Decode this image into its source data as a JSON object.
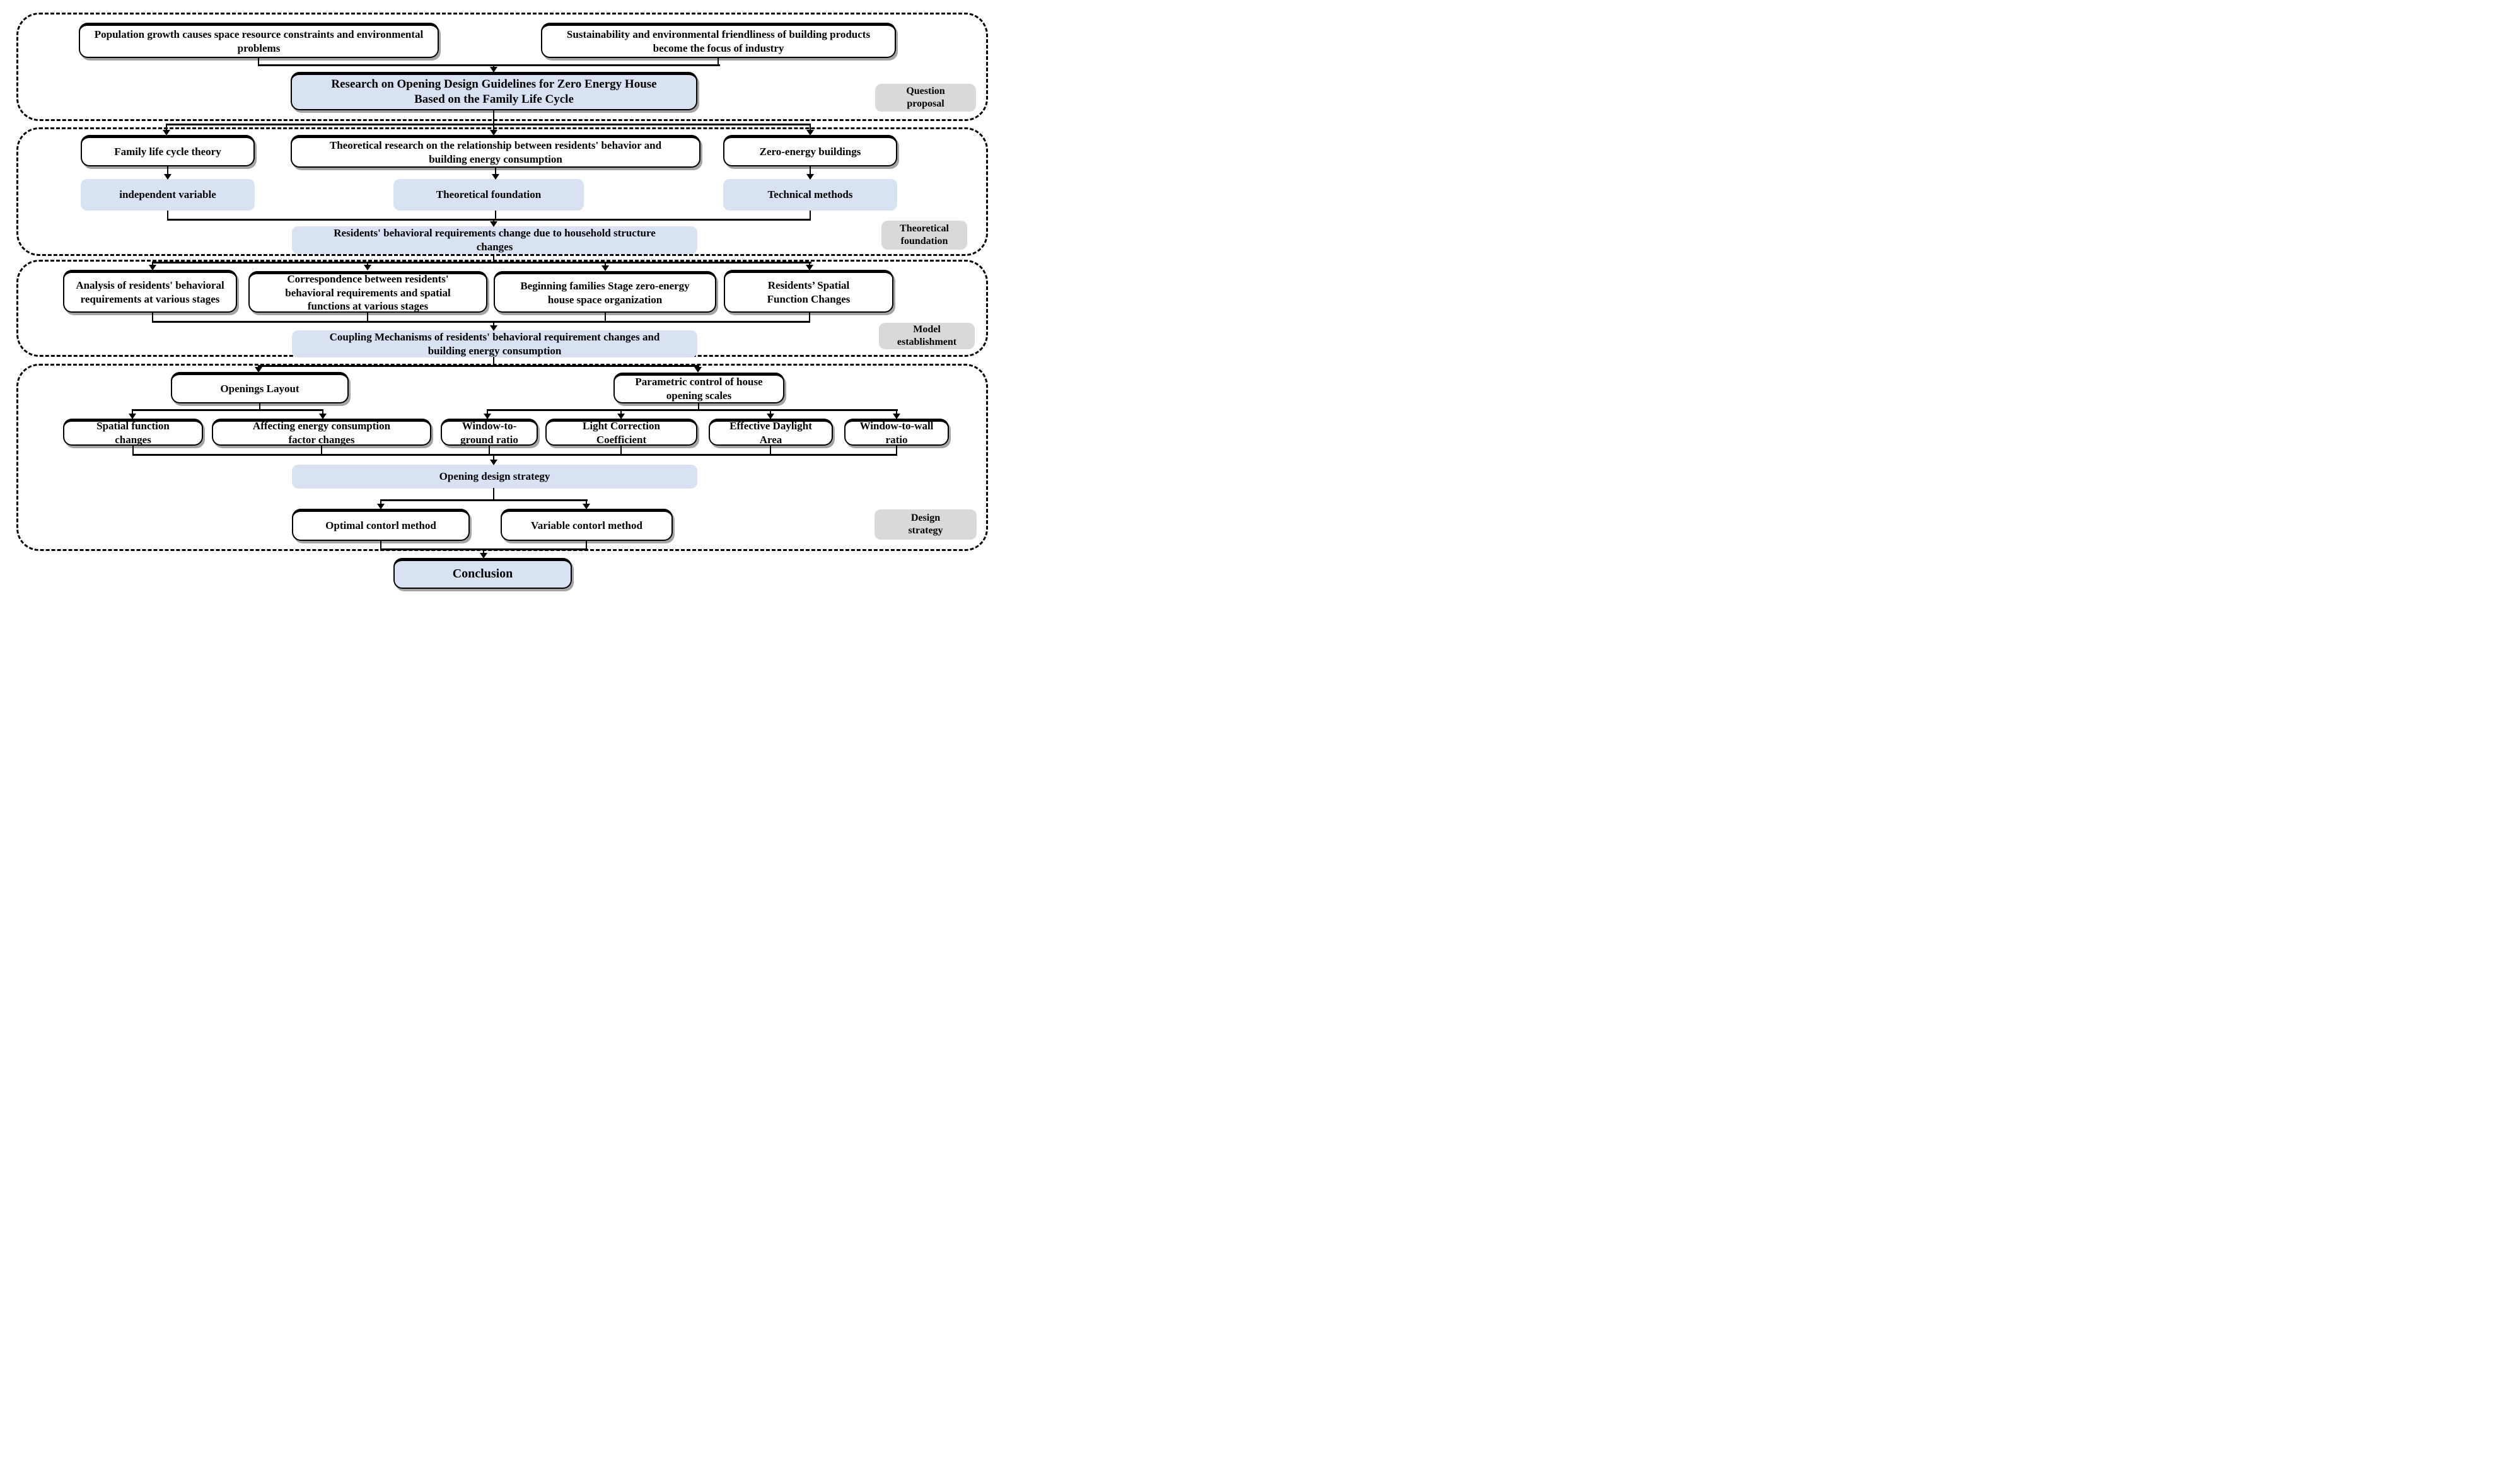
{
  "question_proposal": {
    "population_box": "Population growth causes space resource constraints and environmental problems",
    "sustainability_box": "Sustainability and environmental friendliness of building products become the focus of industry",
    "research_title": "Research on Opening Design Guidelines for Zero Energy House Based on the Family Life Cycle",
    "stage_label": "Question proposal"
  },
  "theoretical_foundation": {
    "family_life_cycle": "Family life cycle theory",
    "behavior_research": "Theoretical research on the relationship between residents' behavior and building energy consumption",
    "zero_energy_buildings": "Zero-energy buildings",
    "independent_variable": "independent variable",
    "theoretical_foundation": "Theoretical foundation",
    "technical_methods": "Technical methods",
    "residents_change": "Residents' behavioral requirements change due to household structure changes",
    "stage_label": "Theoretical foundation"
  },
  "model_establishment": {
    "analysis": "Analysis of residents' behavioral requirements at various stages",
    "correspondence": "Correspondence between residents' behavioral requirements and spatial functions at various stages",
    "beginning_families": "Beginning families Stage zero-energy house  space organization",
    "residents_spatial": "Residents’ Spatial Function Changes",
    "coupling": "Coupling Mechanisms of residents' behavioral requirement changes and building energy consumption",
    "stage_label": "Model establishment"
  },
  "design_strategy": {
    "openings_layout": "Openings Layout",
    "parametric_control": "Parametric control of house opening scales",
    "spatial_function": "Spatial function changes",
    "affecting_energy": "Affecting energy consumption factor changes",
    "window_ground": "Window-to-ground ratio",
    "light_correction": "Light Correction Coefficient",
    "effective_daylight": "Effective Daylight Area",
    "window_wall": "Window-to-wall ratio",
    "opening_strategy": "Opening design strategy",
    "optimal_method": "Optimal contorl method",
    "variable_method": "Variable contorl method",
    "stage_label": "Design strategy"
  },
  "conclusion": "Conclusion",
  "colors": {
    "node_blue": "#d9e2f3",
    "label_gray": "#d9d9d9",
    "line_black": "#000000"
  }
}
